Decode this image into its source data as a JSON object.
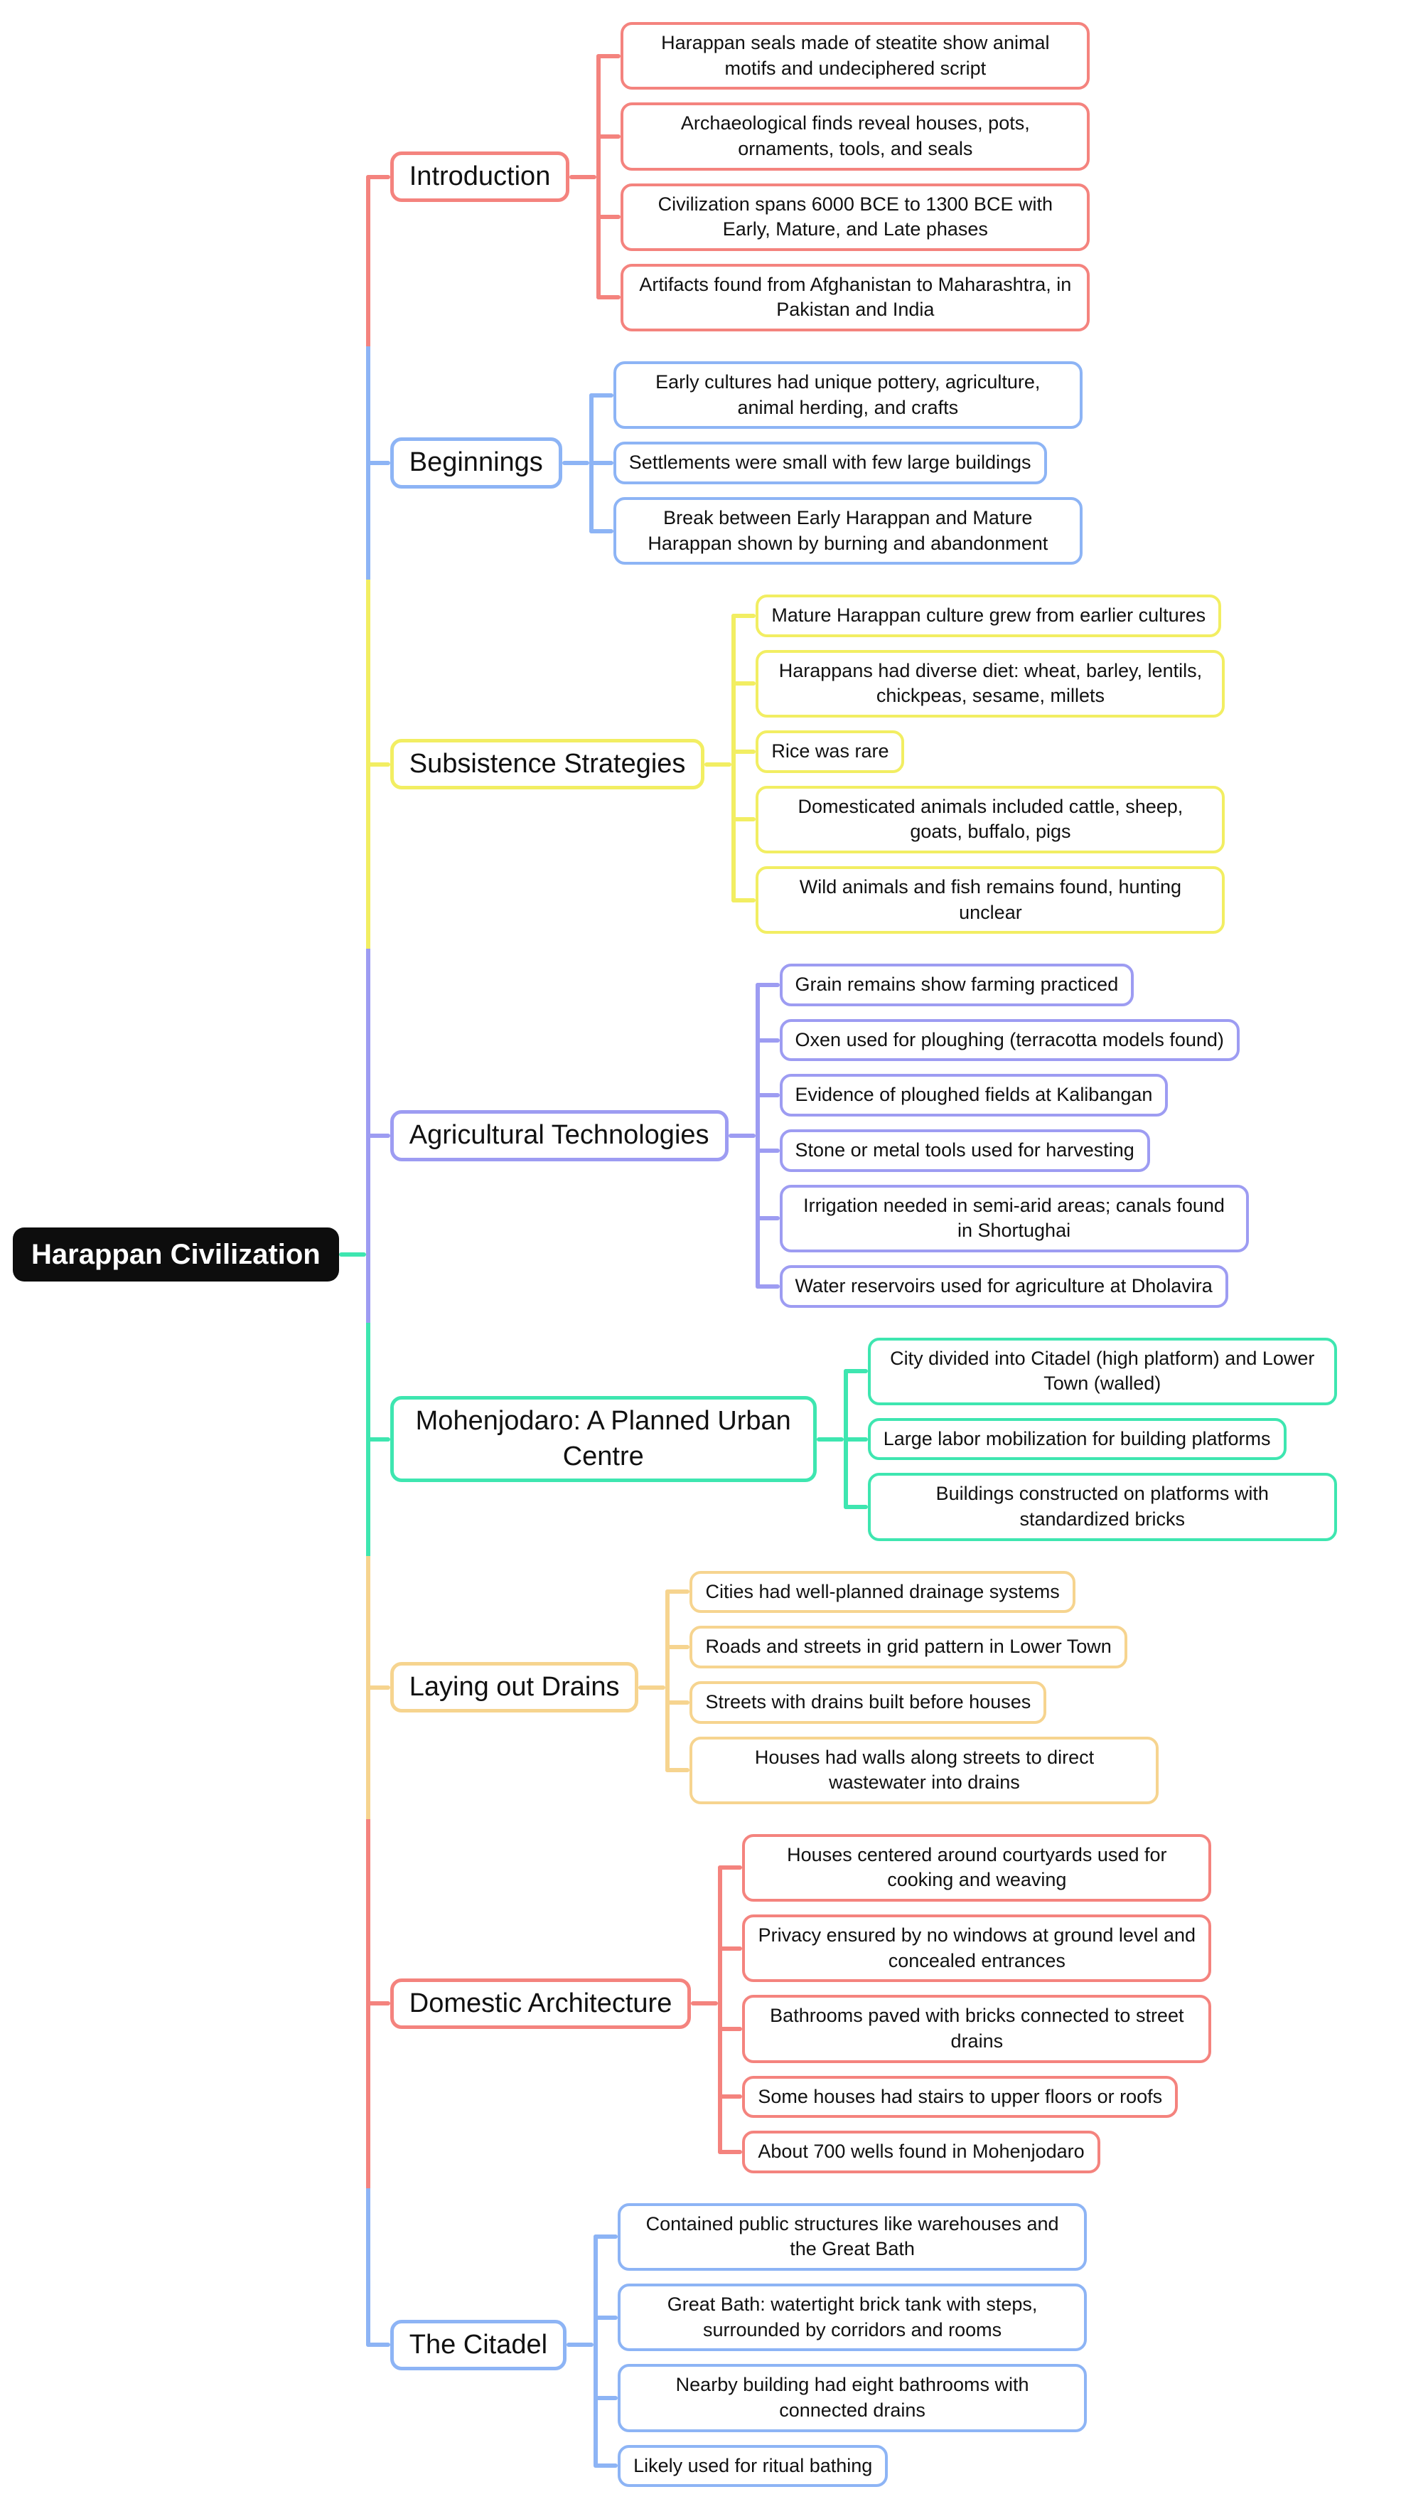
{
  "root": {
    "label": "Harappan Civilization",
    "bg_color": "#0d0d0d",
    "text_color": "#ffffff",
    "connector_color": "#3ee6b0"
  },
  "branches": [
    {
      "label": "Introduction",
      "color": "#f4837e",
      "children": [
        "Harappan seals made of steatite show animal motifs and undeciphered script",
        "Archaeological finds reveal houses, pots, ornaments, tools, and seals",
        "Civilization spans 6000 BCE to 1300 BCE with Early, Mature, and Late phases",
        "Artifacts found from Afghanistan to Maharashtra, in Pakistan and India"
      ]
    },
    {
      "label": "Beginnings",
      "color": "#8db4f5",
      "children": [
        "Early cultures had unique pottery, agriculture, animal herding, and crafts",
        "Settlements were small with few large buildings",
        "Break between Early Harappan and Mature Harappan shown by burning and abandonment"
      ]
    },
    {
      "label": "Subsistence Strategies",
      "color": "#f2ee62",
      "children": [
        "Mature Harappan culture grew from earlier cultures",
        "Harappans had diverse diet: wheat, barley, lentils, chickpeas, sesame, millets",
        "Rice was rare",
        "Domesticated animals included cattle, sheep, goats, buffalo, pigs",
        "Wild animals and fish remains found, hunting unclear"
      ]
    },
    {
      "label": "Agricultural Technologies",
      "color": "#9d9cf2",
      "children": [
        "Grain remains show farming practiced",
        "Oxen used for ploughing (terracotta models found)",
        "Evidence of ploughed fields at Kalibangan",
        "Stone or metal tools used for harvesting",
        "Irrigation needed in semi-arid areas; canals found in Shortughai",
        "Water reservoirs used for agriculture at Dholavira"
      ]
    },
    {
      "label": "Mohenjodaro: A Planned Urban Centre",
      "color": "#3ee6b0",
      "children": [
        "City divided into Citadel (high platform) and Lower Town (walled)",
        "Large labor mobilization for building platforms",
        "Buildings constructed on platforms with standardized bricks"
      ]
    },
    {
      "label": "Laying out Drains",
      "color": "#f6d48f",
      "children": [
        "Cities had well-planned drainage systems",
        "Roads and streets in grid pattern in Lower Town",
        "Streets with drains built before houses",
        "Houses had walls along streets to direct wastewater into drains"
      ]
    },
    {
      "label": "Domestic Architecture",
      "color": "#f4837e",
      "children": [
        "Houses centered around courtyards used for cooking and weaving",
        "Privacy ensured by no windows at ground level and concealed entrances",
        "Bathrooms paved with bricks connected to street drains",
        "Some houses had stairs to upper floors or roofs",
        "About 700 wells found in Mohenjodaro"
      ]
    },
    {
      "label": "The Citadel",
      "color": "#8db4f5",
      "children": [
        "Contained public structures like warehouses and the Great Bath",
        "Great Bath: watertight brick tank with steps, surrounded by corridors and rooms",
        "Nearby building had eight bathrooms with connected drains",
        "Likely used for ritual bathing"
      ]
    }
  ]
}
